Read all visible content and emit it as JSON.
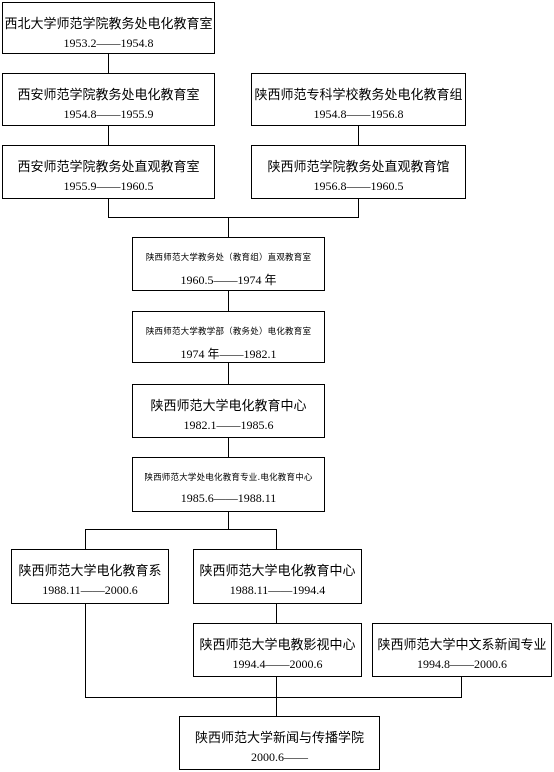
{
  "nodes": [
    {
      "name": "西北大学师范学院教务处电化教育室",
      "dates": "1953.2——1954.8"
    },
    {
      "name": "西安师范学院教务处电化教育室",
      "dates": "1954.8——1955.9"
    },
    {
      "name": "陕西师范专科学校教务处电化教育组",
      "dates": "1954.8——1956.8"
    },
    {
      "name": "西安师范学院教务处直观教育室",
      "dates": "1955.9——1960.5"
    },
    {
      "name": "陕西师范学院教务处直观教育馆",
      "dates": "1956.8——1960.5"
    },
    {
      "name": "陕西师范大学教务处（教育组）直观教育室",
      "dates": "1960.5——1974 年"
    },
    {
      "name": "陕西师范大学教学部（教务处）电化教育室",
      "dates": "1974 年——1982.1"
    },
    {
      "name": "陕西师范大学电化教育中心",
      "dates": "1982.1——1985.6"
    },
    {
      "name": "陕西师范大学处电化教育专业.电化教育中心",
      "dates": "1985.6——1988.11"
    },
    {
      "name": "陕西师范大学电化教育系",
      "dates": "1988.11——2000.6"
    },
    {
      "name": "陕西师范大学电化教育中心",
      "dates": "1988.11——1994.4"
    },
    {
      "name": "陕西师范大学电教影视中心",
      "dates": "1994.4——2000.6"
    },
    {
      "name": "陕西师范大学中文系新闻专业",
      "dates": "1994.8——2000.6"
    },
    {
      "name": "陕西师范大学新闻与传播学院",
      "dates": "2000.6——"
    }
  ]
}
